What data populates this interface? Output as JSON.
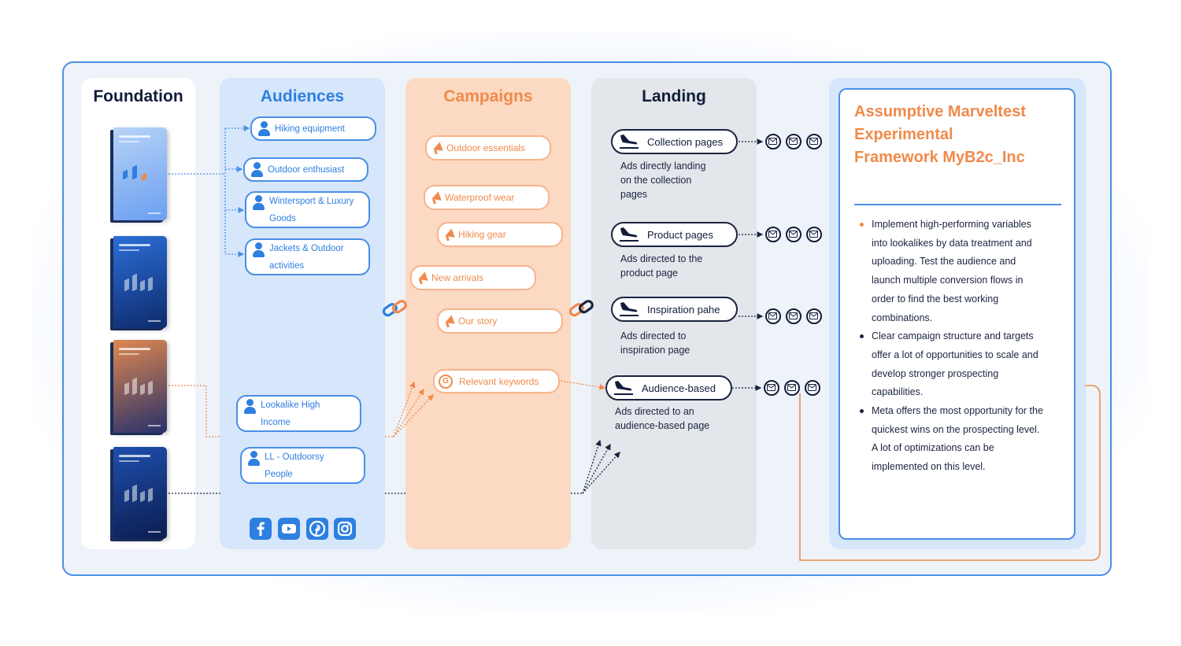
{
  "columns": {
    "foundation": "Foundation",
    "audiences": "Audiences",
    "campaigns": "Campaigns",
    "landing": "Landing"
  },
  "audiences": [
    {
      "label": "Hiking equipment"
    },
    {
      "label": "Outdoor enthusiast"
    },
    {
      "label_1": "Wintersport & Luxury",
      "label_2": "Goods"
    },
    {
      "label_1": "Jackets & Outdoor",
      "label_2": "activities"
    },
    {
      "label_1": "Lookalike High",
      "label_2": "Income"
    },
    {
      "label_1": "LL - Outdoorsy",
      "label_2": "People"
    }
  ],
  "campaigns": [
    {
      "label": "Outdoor essentials",
      "icon": "megaphone-icon"
    },
    {
      "label": "Waterproof wear",
      "icon": "megaphone-icon"
    },
    {
      "label": "Hiking gear",
      "icon": "megaphone-icon"
    },
    {
      "label": "New arrivals",
      "icon": "megaphone-icon"
    },
    {
      "label": "Our story",
      "icon": "megaphone-icon"
    },
    {
      "label": "Relevant keywords",
      "icon": "google-icon",
      "glyph": "G"
    }
  ],
  "landing": [
    {
      "label": "Collection pages",
      "desc": [
        "Ads directly landing",
        "on the collection",
        "pages"
      ]
    },
    {
      "label": "Product pages",
      "desc": [
        "Ads directed to the",
        "product page"
      ]
    },
    {
      "label": "Inspiration pahe",
      "desc": [
        "Ads directed to",
        "inspiration page"
      ]
    },
    {
      "label": "Audience-based",
      "desc": [
        "Ads directed  to an",
        "audience-based page"
      ]
    }
  ],
  "panel": {
    "title_lines": [
      "Assumptive Marveltest",
      "Experimental",
      "Framework MyB2c_Inc"
    ],
    "bullets": [
      {
        "lines": [
          "Implement high-performing variables",
          "into lookalikes by data treatment and",
          "uploading. Test the audience and",
          "launch multiple conversion flows in",
          "order to find the best working",
          "combinations."
        ]
      },
      {
        "lines": [
          "Clear campaign structure and targets",
          "offer a lot of opportunities to scale and",
          "develop stronger prospecting",
          "capabilities."
        ]
      },
      {
        "lines": [
          "Meta offers the most opportunity for the",
          "quickest wins on the prospecting level.",
          "A lot of optimizations can be",
          "implemented on this level."
        ]
      }
    ]
  },
  "social": [
    "facebook-icon",
    "youtube-icon",
    "pinterest-icon",
    "instagram-icon"
  ],
  "colors": {
    "blue": "#2d7fe0",
    "orange": "#f08a4b",
    "navy": "#111c3a",
    "audiences_bg": "#d6e6fb",
    "campaigns_bg": "#fcd9c2",
    "landing_bg": "#e3e6ea"
  }
}
